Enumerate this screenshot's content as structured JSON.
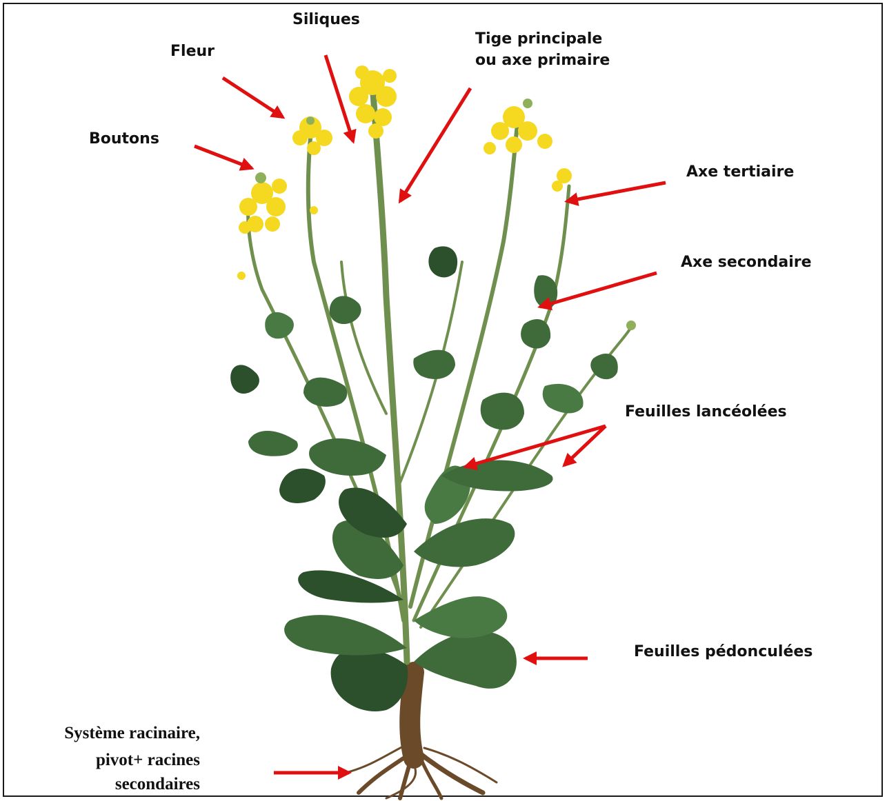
{
  "labels": {
    "siliques": "Siliques",
    "fleur": "Fleur",
    "tige_line1": "Tige principale",
    "tige_line2": "ou axe primaire",
    "boutons": "Boutons",
    "axe_tertiaire": "Axe tertiaire",
    "axe_secondaire": "Axe secondaire",
    "feuilles_lanceolees": "Feuilles lancéolées",
    "feuilles_pedonculees": "Feuilles pédonculées",
    "systeme_line1": "Système racinaire,",
    "systeme_line2": "pivot+  racines",
    "systeme_line3": "secondaires"
  },
  "colors": {
    "arrow": "#e01010",
    "stem": "#6f8f4e",
    "leaf": "#3f6a3a",
    "leaf_dark": "#2c4f2c",
    "flower": "#f5d820",
    "root": "#6b4a2a"
  }
}
